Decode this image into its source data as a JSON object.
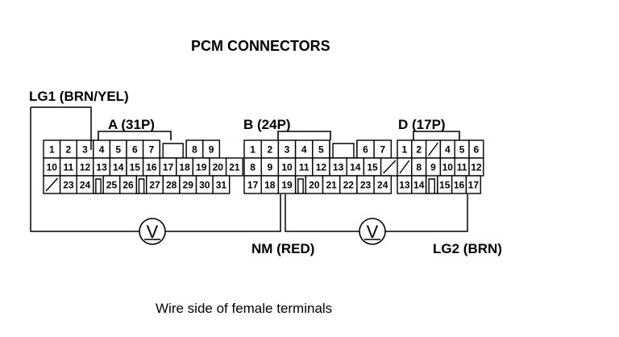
{
  "title": "PCM CONNECTORS",
  "caption": "Wire side of female terminals",
  "voltmeter_symbol": "V",
  "wires": {
    "lg1": "LG1 (BRN/YEL)",
    "nm": "NM (RED)",
    "lg2": "LG2 (BRN)"
  },
  "connectors": {
    "A": {
      "label": "A (31P)",
      "rows": [
        [
          "1",
          "2",
          "3",
          "4",
          "5",
          "6",
          "7",
          "",
          "8",
          "9"
        ],
        [
          "10",
          "11",
          "12",
          "13",
          "14",
          "15",
          "16",
          "17",
          "18",
          "19",
          "20",
          "21"
        ],
        [
          "/",
          "23",
          "24",
          "",
          "25",
          "26",
          "",
          "27",
          "28",
          "29",
          "30",
          "31"
        ]
      ]
    },
    "B": {
      "label": "B (24P)",
      "rows": [
        [
          "1",
          "2",
          "3",
          "4",
          "5",
          "",
          "6",
          "7"
        ],
        [
          "8",
          "9",
          "10",
          "11",
          "12",
          "13",
          "14",
          "15",
          "/"
        ],
        [
          "17",
          "18",
          "19",
          "",
          "20",
          "21",
          "22",
          "23",
          "24"
        ]
      ]
    },
    "D": {
      "label": "D (17P)",
      "rows": [
        [
          "1",
          "2",
          "/",
          "4",
          "5",
          "6"
        ],
        [
          "/",
          "8",
          "9",
          "10",
          "11",
          "12"
        ],
        [
          "13",
          "14",
          "",
          "15",
          "16",
          "17"
        ]
      ]
    }
  }
}
